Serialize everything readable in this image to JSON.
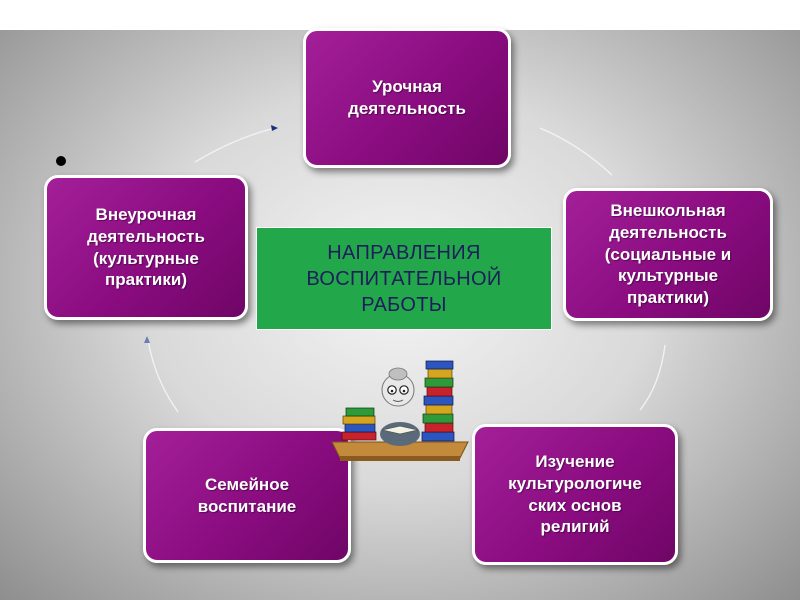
{
  "center": {
    "text": "НАПРАВЛЕНИЯ\nВОСПИТАТЕЛЬНОЙ\nРАБОТЫ"
  },
  "nodes": {
    "top": "Урочная\nдеятельность",
    "left": "Внеурочная\nдеятельность\n(культурные\nпрактики)",
    "right": "Внешкольная\nдеятельность\n(социальные и\nкультурные\nпрактики)",
    "bottom_left": "Семейное\nвоспитание",
    "bottom_right": "Изучение\nкультурологиче\nских основ\nрелигий"
  },
  "colors": {
    "node": "#8a0c80",
    "center": "#22a84a",
    "center_text": "#1e1e5c"
  },
  "icons": {
    "illustration": "teacher-with-books"
  }
}
